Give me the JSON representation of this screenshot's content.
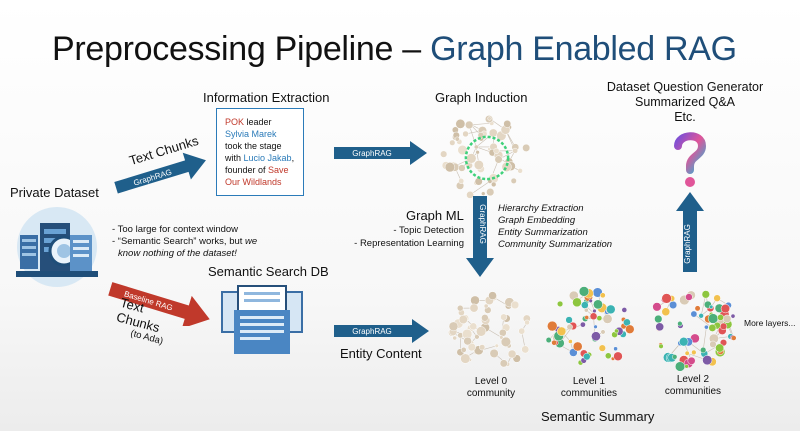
{
  "title": {
    "main": "Preprocessing Pipeline – ",
    "accent": "Graph Enabled RAG"
  },
  "colors": {
    "accent": "#1f4e79",
    "arrow_blue": "#1f5f8b",
    "arrow_red": "#c0392b",
    "entity_red": "#c0392b",
    "entity_blue": "#2b7bb9"
  },
  "private_dataset": {
    "label": "Private Dataset",
    "icon": "database-icon"
  },
  "text_chunks_top": {
    "label": "Text Chunks",
    "arrow_label": "GraphRAG"
  },
  "information_extraction": {
    "heading": "Information Extraction",
    "sentence": {
      "e1": "POK",
      "t1": " leader ",
      "e2": "Sylvia Marek",
      "t2": " took the stage with ",
      "e3": "Lucio Jakab",
      "t3": ", founder of ",
      "e4": "Save Our Wildlands"
    }
  },
  "graphrag_arrow_1": "GraphRAG",
  "graph_induction": {
    "heading": "Graph Induction"
  },
  "dataset_generator": {
    "line1": "Dataset Question Generator",
    "line2": "Summarized Q&A",
    "line3": "Etc.",
    "icon": "question-mark-icon"
  },
  "notes": {
    "line1": "- Too large for context window",
    "line2a": "- “Semantic Search” works, but ",
    "line2b": "we",
    "line3": "know nothing of the dataset!"
  },
  "graph_ml": {
    "heading": "Graph ML",
    "item1": "- Topic Detection",
    "item2": "- Representation Learning",
    "arrow_label": "GraphRAG"
  },
  "hierarchy": {
    "item1": "Hierarchy Extraction",
    "item2": "Graph Embedding",
    "item3": "Entity Summarization",
    "item4": "Community Summarization"
  },
  "graphrag_up_label": "GraphRAG",
  "semantic_search_db": {
    "heading": "Semantic Search DB",
    "icon": "documents-icon"
  },
  "baseline": {
    "arrow_label": "Baseline RAG",
    "line1": "Text",
    "line2": "Chunks",
    "line3": "(to Ada)"
  },
  "graphrag_arrow_2": "GraphRAG",
  "entity_content": "Entity Content",
  "levels": {
    "level0": {
      "line1": "Level 0",
      "line2": "community"
    },
    "level1": {
      "line1": "Level 1",
      "line2": "communities"
    },
    "level2": {
      "line1": "Level 2",
      "line2": "communities"
    }
  },
  "more_layers": "More layers...",
  "semantic_summary": "Semantic Summary"
}
